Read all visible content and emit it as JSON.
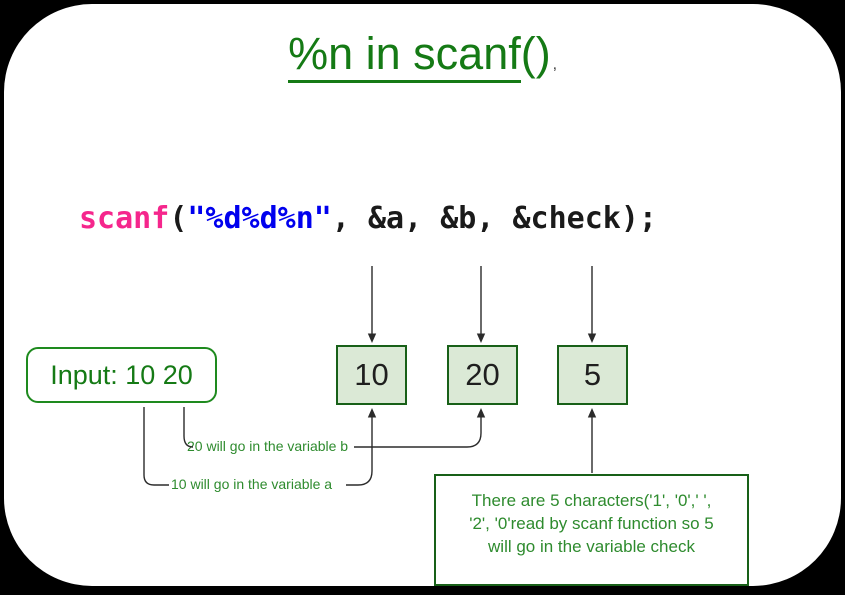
{
  "title": {
    "main": "%n in scanf",
    "parens": "()",
    "trailing_mark": ","
  },
  "code": {
    "function": "scanf",
    "open_paren": "(",
    "format_string": "\"%d%d%n\"",
    "rest": ", &a, &b, &check);"
  },
  "input_box": {
    "label": "Input: 10 20"
  },
  "value_boxes": [
    {
      "name": "a",
      "value": "10"
    },
    {
      "name": "b",
      "value": "20"
    },
    {
      "name": "check",
      "value": "5"
    }
  ],
  "annotations": {
    "b_label": "20 will go in the variable b",
    "a_label": "10 will go in the variable a"
  },
  "explanation_box": {
    "lines": [
      "There are 5 characters('1', '0',' ',",
      "'2', '0'read by scanf function so 5",
      "will go in the variable check"
    ]
  },
  "colors": {
    "title_green": "#157a15",
    "annotation_green": "#2e8b2e",
    "box_border_green": "#186018",
    "box_fill_green": "#dbe9d6",
    "keyword_pink": "#f5268c",
    "string_blue": "#0000ee",
    "text_black": "#1a1a1a",
    "frame_black": "#000000"
  }
}
